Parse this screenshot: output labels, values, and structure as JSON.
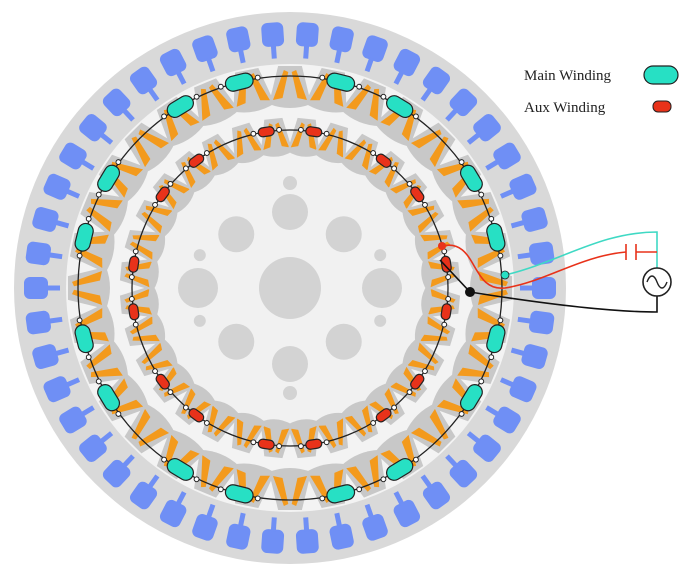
{
  "legend": {
    "main_label": "Main Winding",
    "aux_label": "Aux Winding"
  },
  "colors": {
    "background": "#ffffff",
    "outer_ring": "#d9d9d9",
    "mid_ring": "#f3f3f3",
    "inner_disk": "#f1f1f1",
    "rotor_holes": "#d3d3d3",
    "rotor_bars": "#6f8ff5",
    "slot_gray": "#c8c8c8",
    "slot_orange": "#f39a1d",
    "main_winding": "#27e0c4",
    "aux_winding": "#e8321a",
    "wire": "#222222",
    "lead_main": "#3fd9c4",
    "lead_aux": "#e8321a",
    "lead_common": "#111111"
  },
  "rotor": {
    "bar_count": 46
  },
  "main_winding": {
    "pole_groups": 8
  },
  "aux_winding": {
    "pole_groups": 8
  },
  "icons": [
    "ac-source-icon",
    "capacitor-icon"
  ]
}
